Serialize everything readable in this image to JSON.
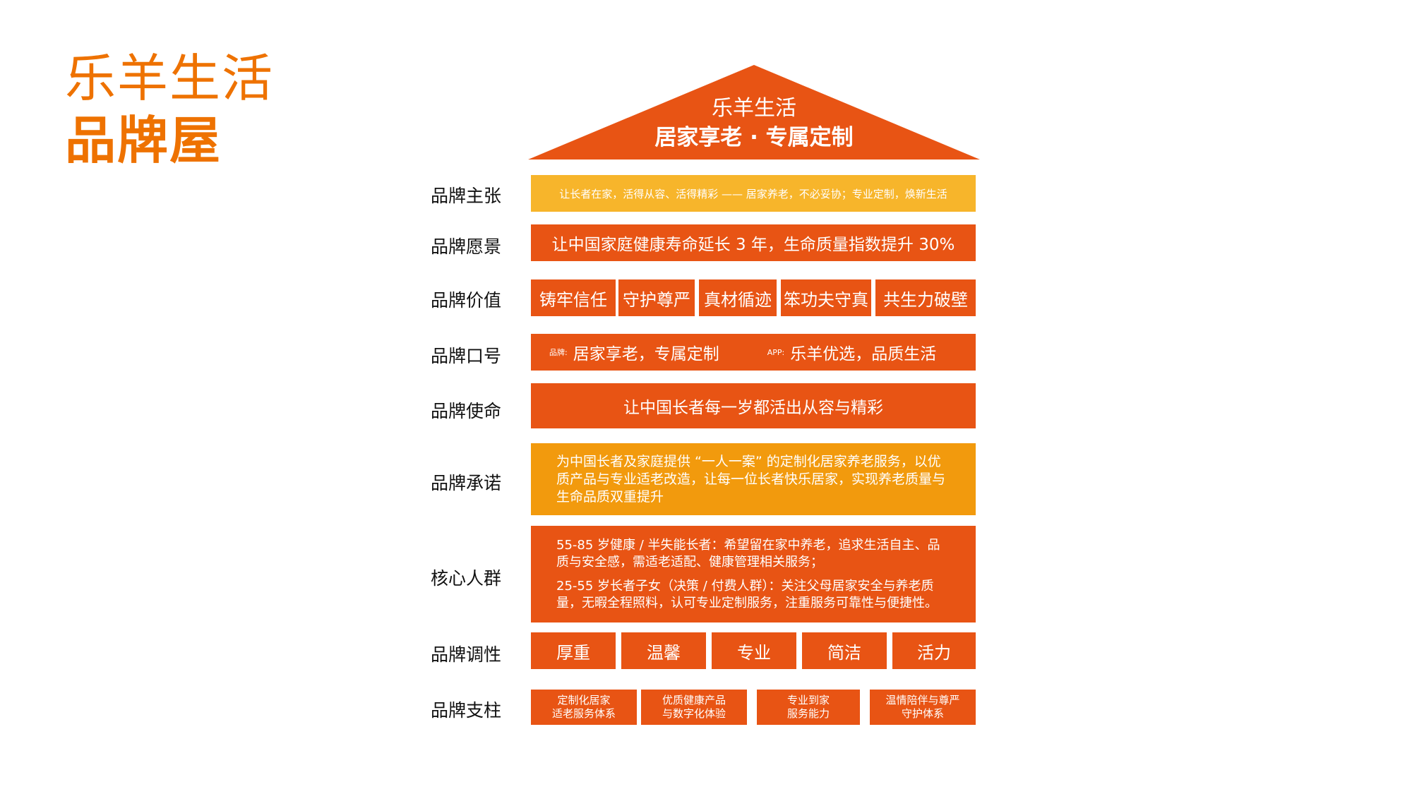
{
  "title": {
    "line1": "乐羊生活",
    "line2": "品牌屋"
  },
  "roof": {
    "line1": "乐羊生活",
    "line2": "居家享老 · 专属定制",
    "color": "#E85414"
  },
  "colors": {
    "orange": "#E85414",
    "yellow": "#F7B52B",
    "amber": "#F29A0D",
    "title": "#EE7200"
  },
  "rows": {
    "proposition": {
      "label": "品牌主张",
      "text": "让长者在家，活得从容、活得精彩 —— 居家养老，不必妥协；专业定制，焕新生活"
    },
    "vision": {
      "label": "品牌愿景",
      "text": "让中国家庭健康寿命延长 3 年，生命质量指数提升 30%"
    },
    "values": {
      "label": "品牌价值",
      "items": [
        "铸牢信任",
        "守护尊严",
        "真材循迹",
        "笨功夫守真",
        "共生力破壁"
      ]
    },
    "slogan": {
      "label": "品牌口号",
      "brand_prefix": "品牌:",
      "brand_text": "居家享老，专属定制",
      "app_prefix": "APP:",
      "app_text": "乐羊优选，品质生活"
    },
    "mission": {
      "label": "品牌使命",
      "text": "让中国长者每一岁都活出从容与精彩"
    },
    "promise": {
      "label": "品牌承诺",
      "text": "为中国长者及家庭提供 “一人一案” 的定制化居家养老服务，以优质产品与专业适老改造，让每一位长者快乐居家，实现养老质量与生命品质双重提升"
    },
    "audience": {
      "label": "核心人群",
      "p1": "55-85 岁健康 / 半失能长者：希望留在家中养老，追求生活自主、品质与安全感，需适老适配、健康管理相关服务；",
      "p2": "25-55 岁长者子女（决策 / 付费人群）：关注父母居家安全与养老质量，无暇全程照料，认可专业定制服务，注重服务可靠性与便捷性。"
    },
    "tone": {
      "label": "品牌调性",
      "items": [
        "厚重",
        "温馨",
        "专业",
        "简洁",
        "活力"
      ]
    },
    "pillars": {
      "label": "品牌支柱",
      "items": [
        {
          "l1": "定制化居家",
          "l2": "适老服务体系"
        },
        {
          "l1": "优质健康产品",
          "l2": "与数字化体验"
        },
        {
          "l1": "专业到家",
          "l2": "服务能力"
        },
        {
          "l1": "温情陪伴与尊严",
          "l2": "守护体系"
        }
      ]
    }
  }
}
